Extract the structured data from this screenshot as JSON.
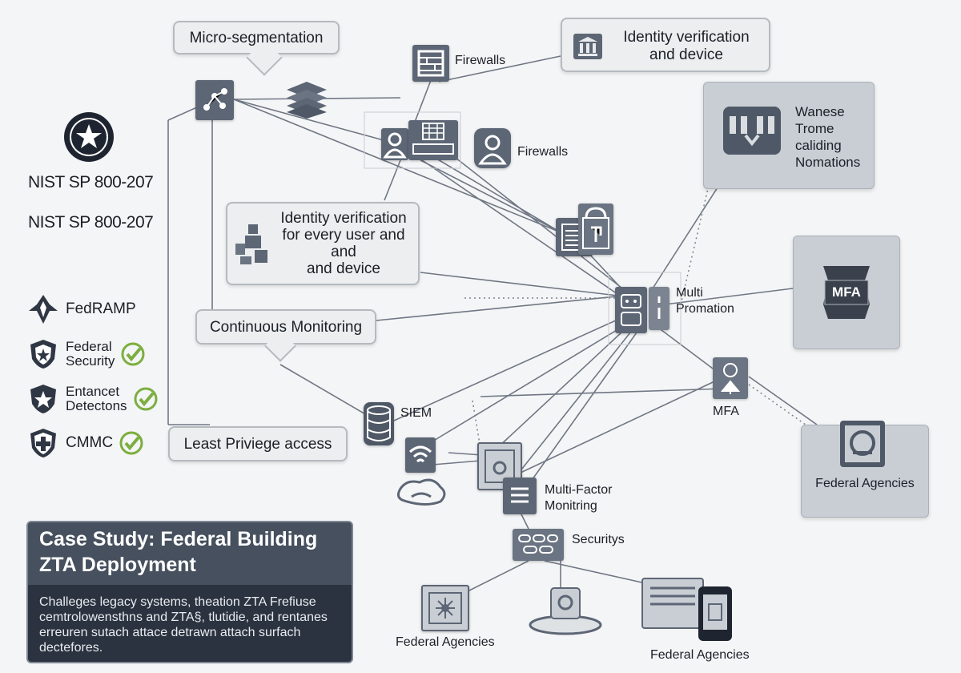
{
  "nodes": {
    "microseg": "Micro-segmentation",
    "identity_top": [
      "Identity verification",
      "and device"
    ],
    "identity_mid": [
      "Identity verification",
      "for every user and",
      "and",
      "and device"
    ],
    "continuous": "Continuous Monitoring",
    "least": "Least Priviege access",
    "firewalls1": "Firewalls",
    "firewalls2": "Firewalls",
    "multi_prom": [
      "Multi",
      "Promation"
    ],
    "siem": "SIEM",
    "mfa_node": "MFA",
    "mfa_panel": "MFA",
    "multifactor": [
      "Multi-Factor",
      "Monitring"
    ],
    "securitys": "Securitys",
    "fed1": "Federal Agencies",
    "fed2": "Federal Agencies",
    "fed3": "Federal Agencies",
    "panel_top": [
      "Wanese",
      "Trome",
      "caliding",
      "Nomations"
    ]
  },
  "standards": {
    "nist1": "NIST SP 800-207",
    "nist2": "NIST SP 800-207",
    "fedramp": "FedRAMP",
    "federal_security": [
      "Federal",
      "Security"
    ],
    "entancet": [
      "Entancet",
      "Detectons"
    ],
    "cmmc": "CMMC"
  },
  "case_study": {
    "title_line1": "Case Study: Federal Building",
    "title_line2": "ZTA Deployment",
    "body": "Challeges legacy systems, theation ZTA Frefiuse cemtrolowensthns and ZTA§, tlutidie, and rentanes erreuren sutach attace detrawn attach surfach dectefores."
  },
  "colors": {
    "node": "#5d6675",
    "panel": "#c9ced4",
    "check": "#7cae3f",
    "case_bg": "#2b3340"
  }
}
